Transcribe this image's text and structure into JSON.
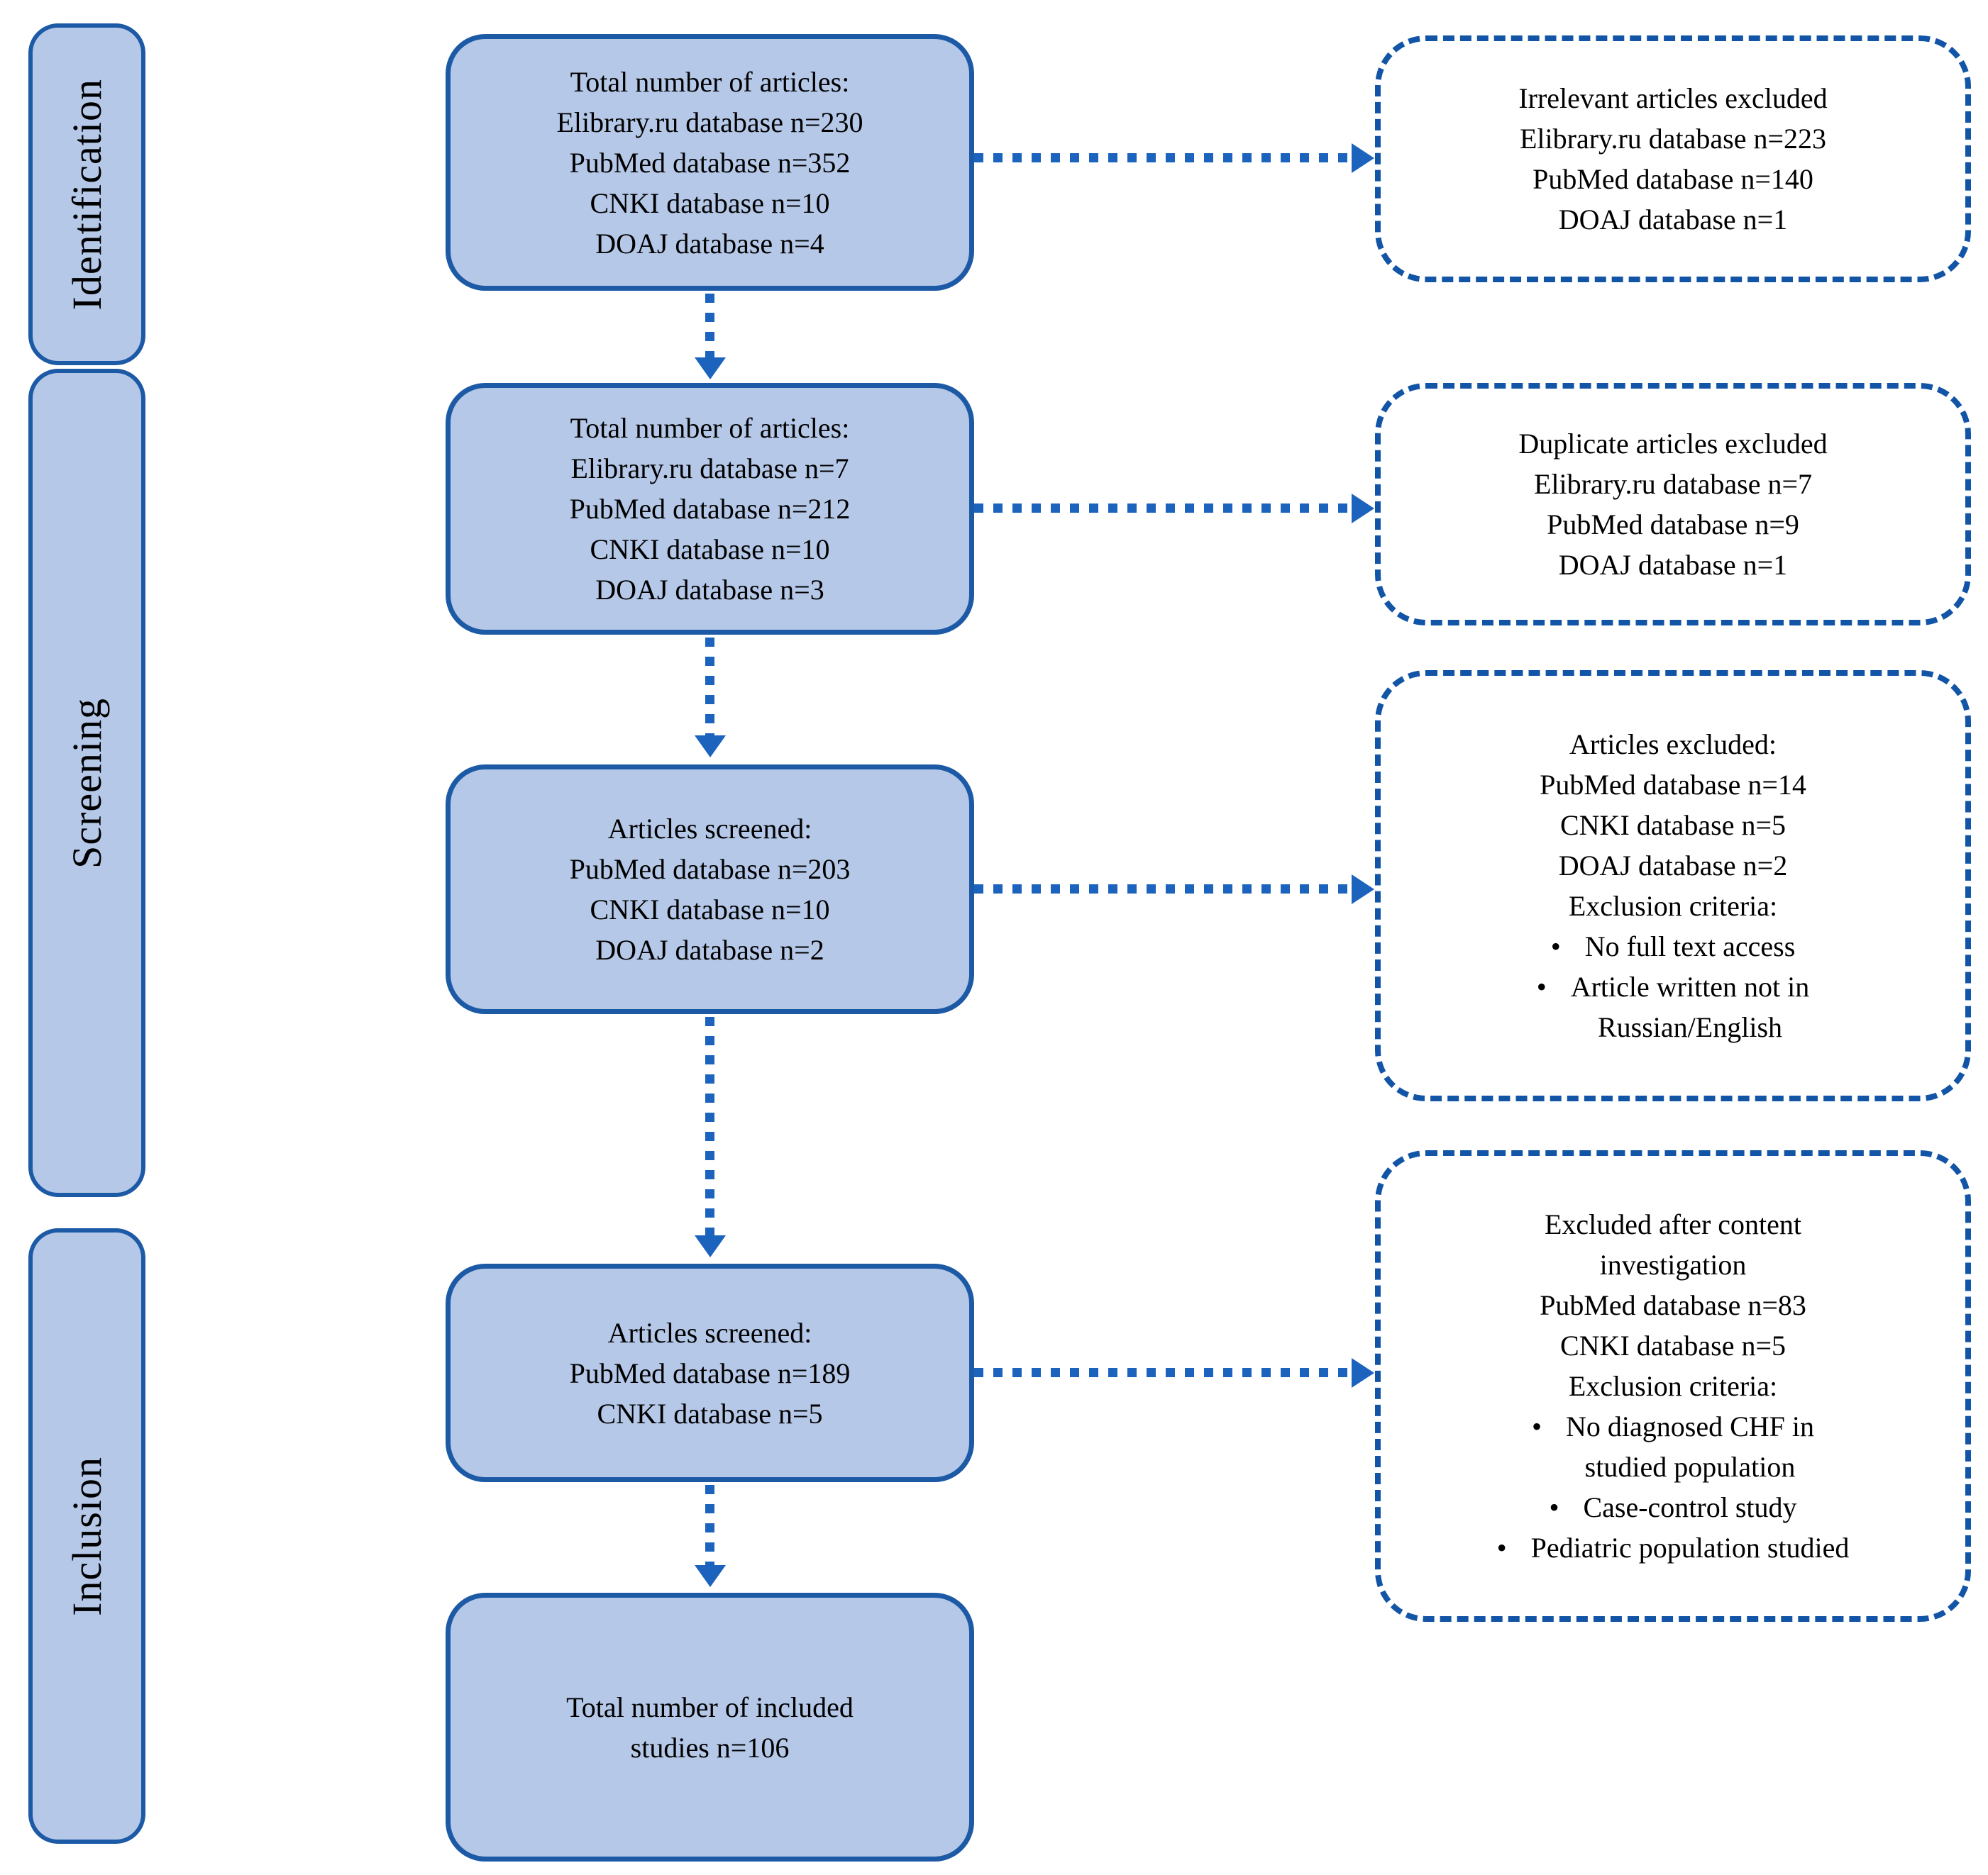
{
  "ui": {
    "bullet": "•"
  },
  "colors": {
    "box_fill": "#b5c8e8",
    "box_border": "#1d5aa6",
    "dashed_border": "#1254a6",
    "arrow": "#1b63bd",
    "text": "#000000"
  },
  "stages": {
    "identification": "Identification",
    "screening": "Screening",
    "inclusion": "Inclusion"
  },
  "flow": {
    "identified": {
      "lines": [
        "Total number of articles:",
        "Elibrary.ru database n=230",
        "PubMed database n=352",
        "CNKI database n=10",
        "DOAJ database n=4"
      ]
    },
    "deduplicated": {
      "lines": [
        "Total number of articles:",
        "Elibrary.ru database n=7",
        "PubMed database n=212",
        "CNKI database n=10",
        "DOAJ database n=3"
      ]
    },
    "screened": {
      "lines": [
        "Articles screened:",
        "PubMed database n=203",
        "CNKI database n=10",
        "DOAJ database n=2"
      ]
    },
    "fulltext_screened": {
      "lines": [
        "Articles screened:",
        "PubMed database n=189",
        "CNKI database n=5"
      ]
    },
    "included": {
      "lines": [
        "Total number of included",
        "studies n=106"
      ]
    }
  },
  "exclusions": {
    "irrelevant": {
      "lines": [
        "Irrelevant articles excluded",
        "Elibrary.ru database n=223",
        "PubMed database n=140",
        "DOAJ database n=1"
      ]
    },
    "duplicates": {
      "lines": [
        "Duplicate articles excluded",
        "Elibrary.ru database n=7",
        "PubMed database n=9",
        "DOAJ database n=1"
      ]
    },
    "screening_excluded": {
      "lines": [
        "Articles excluded:",
        "PubMed database n=14",
        "CNKI database n=5",
        "DOAJ database n=2",
        "Exclusion criteria:"
      ],
      "bullets": [
        "No full text access",
        "Article written not in\nRussian/English"
      ]
    },
    "content_excluded": {
      "lines": [
        "Excluded after content",
        "investigation",
        "PubMed database n=83",
        "CNKI database n=5",
        "Exclusion criteria:"
      ],
      "bullets": [
        "No diagnosed CHF in\nstudied population",
        "Case-control study",
        "Pediatric population studied"
      ]
    }
  }
}
